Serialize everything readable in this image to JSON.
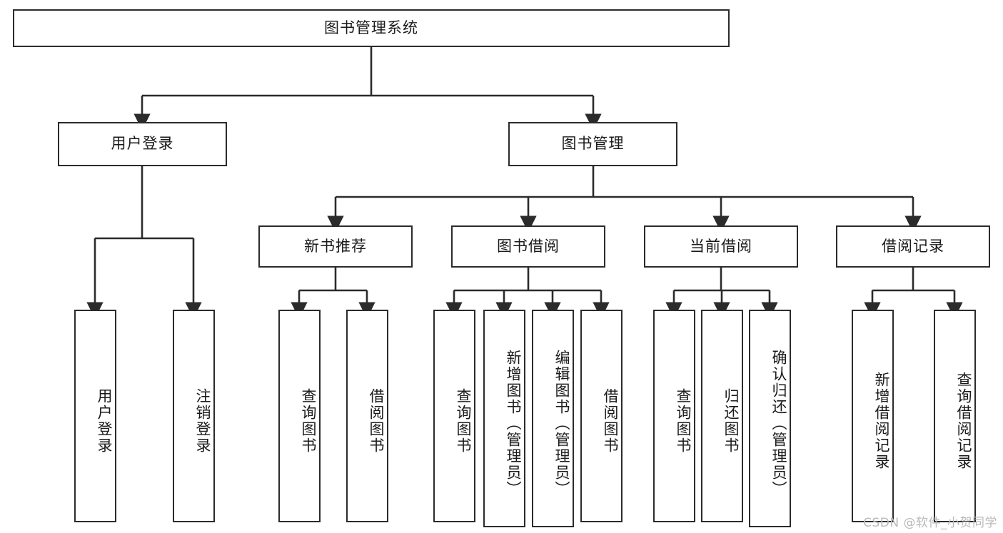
{
  "diagram": {
    "title": "图书管理系统",
    "root": {
      "label": "图书管理系统"
    },
    "level2": [
      {
        "label": "用户登录"
      },
      {
        "label": "图书管理"
      }
    ],
    "level3": [
      {
        "label": "新书推荐"
      },
      {
        "label": "图书借阅"
      },
      {
        "label": "当前借阅"
      },
      {
        "label": "借阅记录"
      }
    ],
    "leaves": {
      "user_login": [
        {
          "label": "用户登录"
        },
        {
          "label": "注销登录"
        }
      ],
      "new_book_recommend": [
        {
          "label": "查询图书"
        },
        {
          "label": "借阅图书"
        }
      ],
      "book_borrow": [
        {
          "label": "查询图书"
        },
        {
          "label": "新增图书（管理员）"
        },
        {
          "label": "编辑图书（管理员）"
        },
        {
          "label": "借阅图书"
        }
      ],
      "current_borrow": [
        {
          "label": "查询图书"
        },
        {
          "label": "归还图书"
        },
        {
          "label": "确认归还（管理员）"
        }
      ],
      "borrow_record": [
        {
          "label": "新增借阅记录"
        },
        {
          "label": "查询借阅记录"
        }
      ]
    }
  },
  "watermark": {
    "text": "CSDN @软件_小贺同学"
  },
  "colors": {
    "border": "#2b2b2b",
    "background": "#ffffff",
    "text": "#1a1a1a",
    "watermark": "#b9b9b9"
  }
}
